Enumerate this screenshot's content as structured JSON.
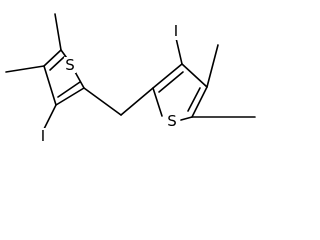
{
  "molecule": {
    "atoms": {
      "S1": "S",
      "S2": "S",
      "I1": "I",
      "I2": "I"
    },
    "label_color": "#000000",
    "bond_color": "#000000"
  }
}
